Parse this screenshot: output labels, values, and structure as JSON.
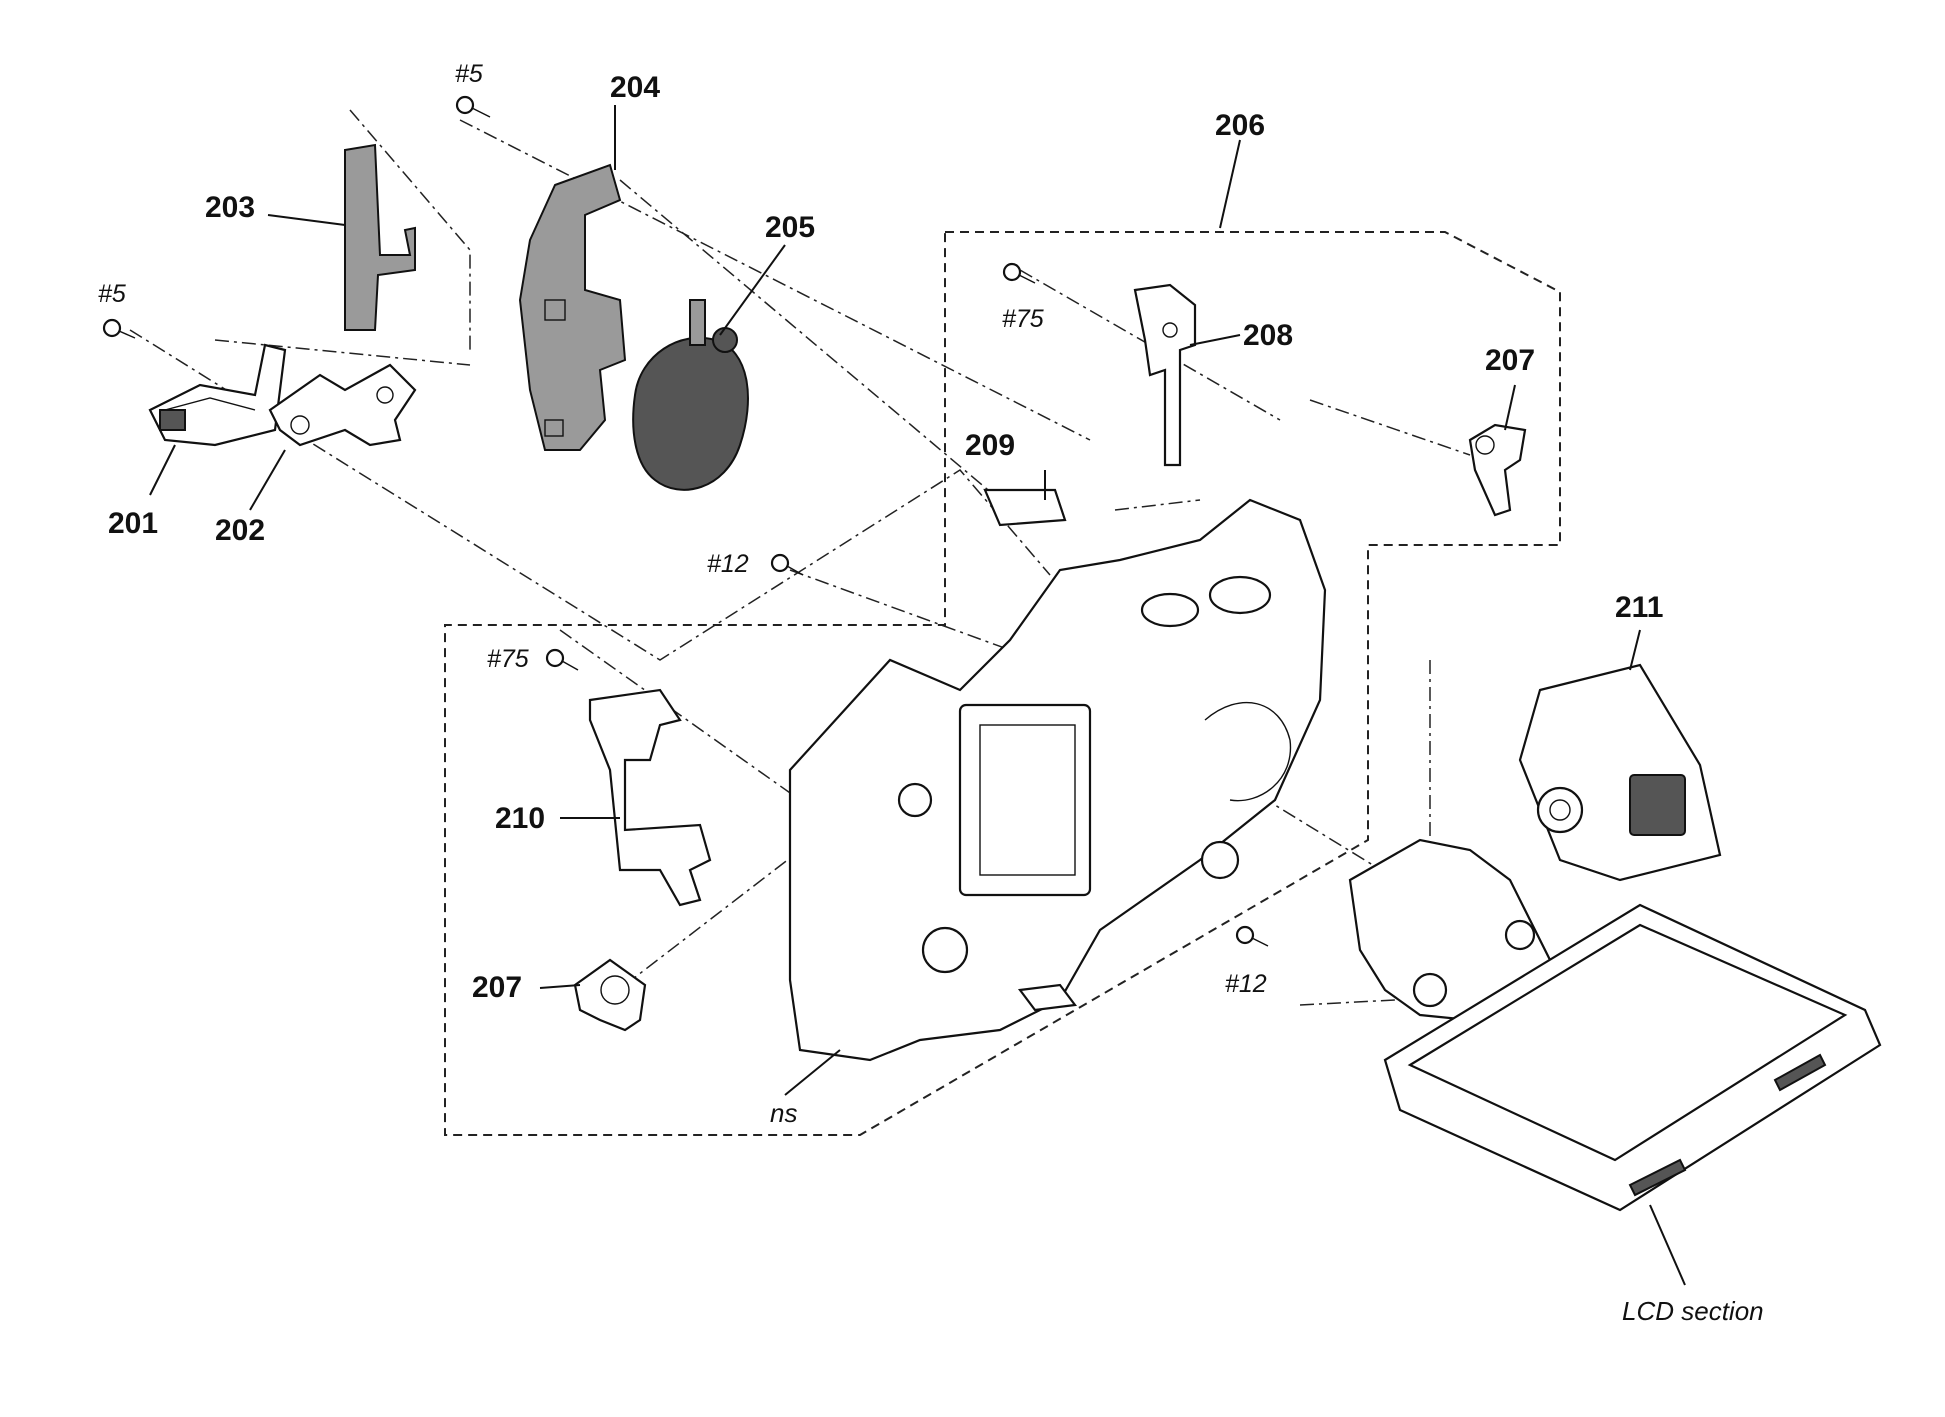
{
  "diagram": {
    "part_labels": [
      {
        "id": "201",
        "text": "201"
      },
      {
        "id": "202",
        "text": "202"
      },
      {
        "id": "203",
        "text": "203"
      },
      {
        "id": "204",
        "text": "204"
      },
      {
        "id": "205",
        "text": "205"
      },
      {
        "id": "206",
        "text": "206"
      },
      {
        "id": "207a",
        "text": "207"
      },
      {
        "id": "207b",
        "text": "207"
      },
      {
        "id": "208",
        "text": "208"
      },
      {
        "id": "209",
        "text": "209"
      },
      {
        "id": "210",
        "text": "210"
      },
      {
        "id": "211",
        "text": "211"
      }
    ],
    "screw_labels": [
      {
        "id": "s5a",
        "text": "#5"
      },
      {
        "id": "s5b",
        "text": "#5"
      },
      {
        "id": "s75a",
        "text": "#75"
      },
      {
        "id": "s75b",
        "text": "#75"
      },
      {
        "id": "s12a",
        "text": "#12"
      },
      {
        "id": "s12b",
        "text": "#12"
      }
    ],
    "notes": {
      "ns": "ns",
      "lcd_section": "LCD section"
    }
  }
}
